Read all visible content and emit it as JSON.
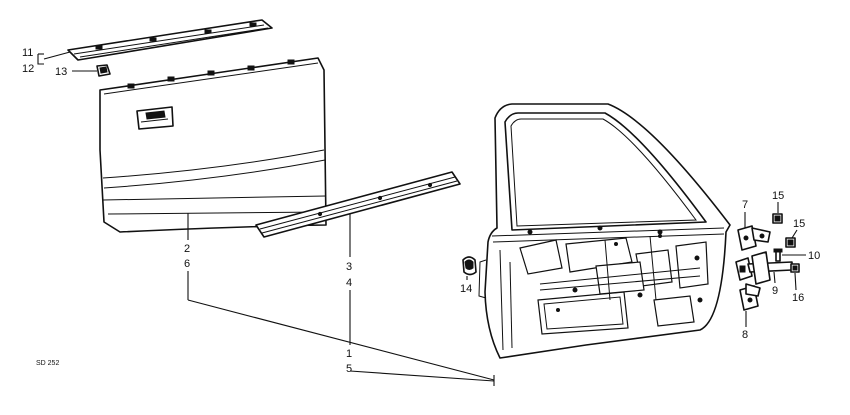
{
  "callouts": {
    "c11": "11",
    "c12": "12",
    "c13": "13",
    "c2": "2",
    "c6": "6",
    "c3": "3",
    "c4": "4",
    "c1": "1",
    "c5": "5",
    "c14": "14",
    "c7": "7",
    "c15a": "15",
    "c15b": "15",
    "c10": "10",
    "c9": "9",
    "c16": "16",
    "c8": "8"
  },
  "drawing_code": "SD 252"
}
